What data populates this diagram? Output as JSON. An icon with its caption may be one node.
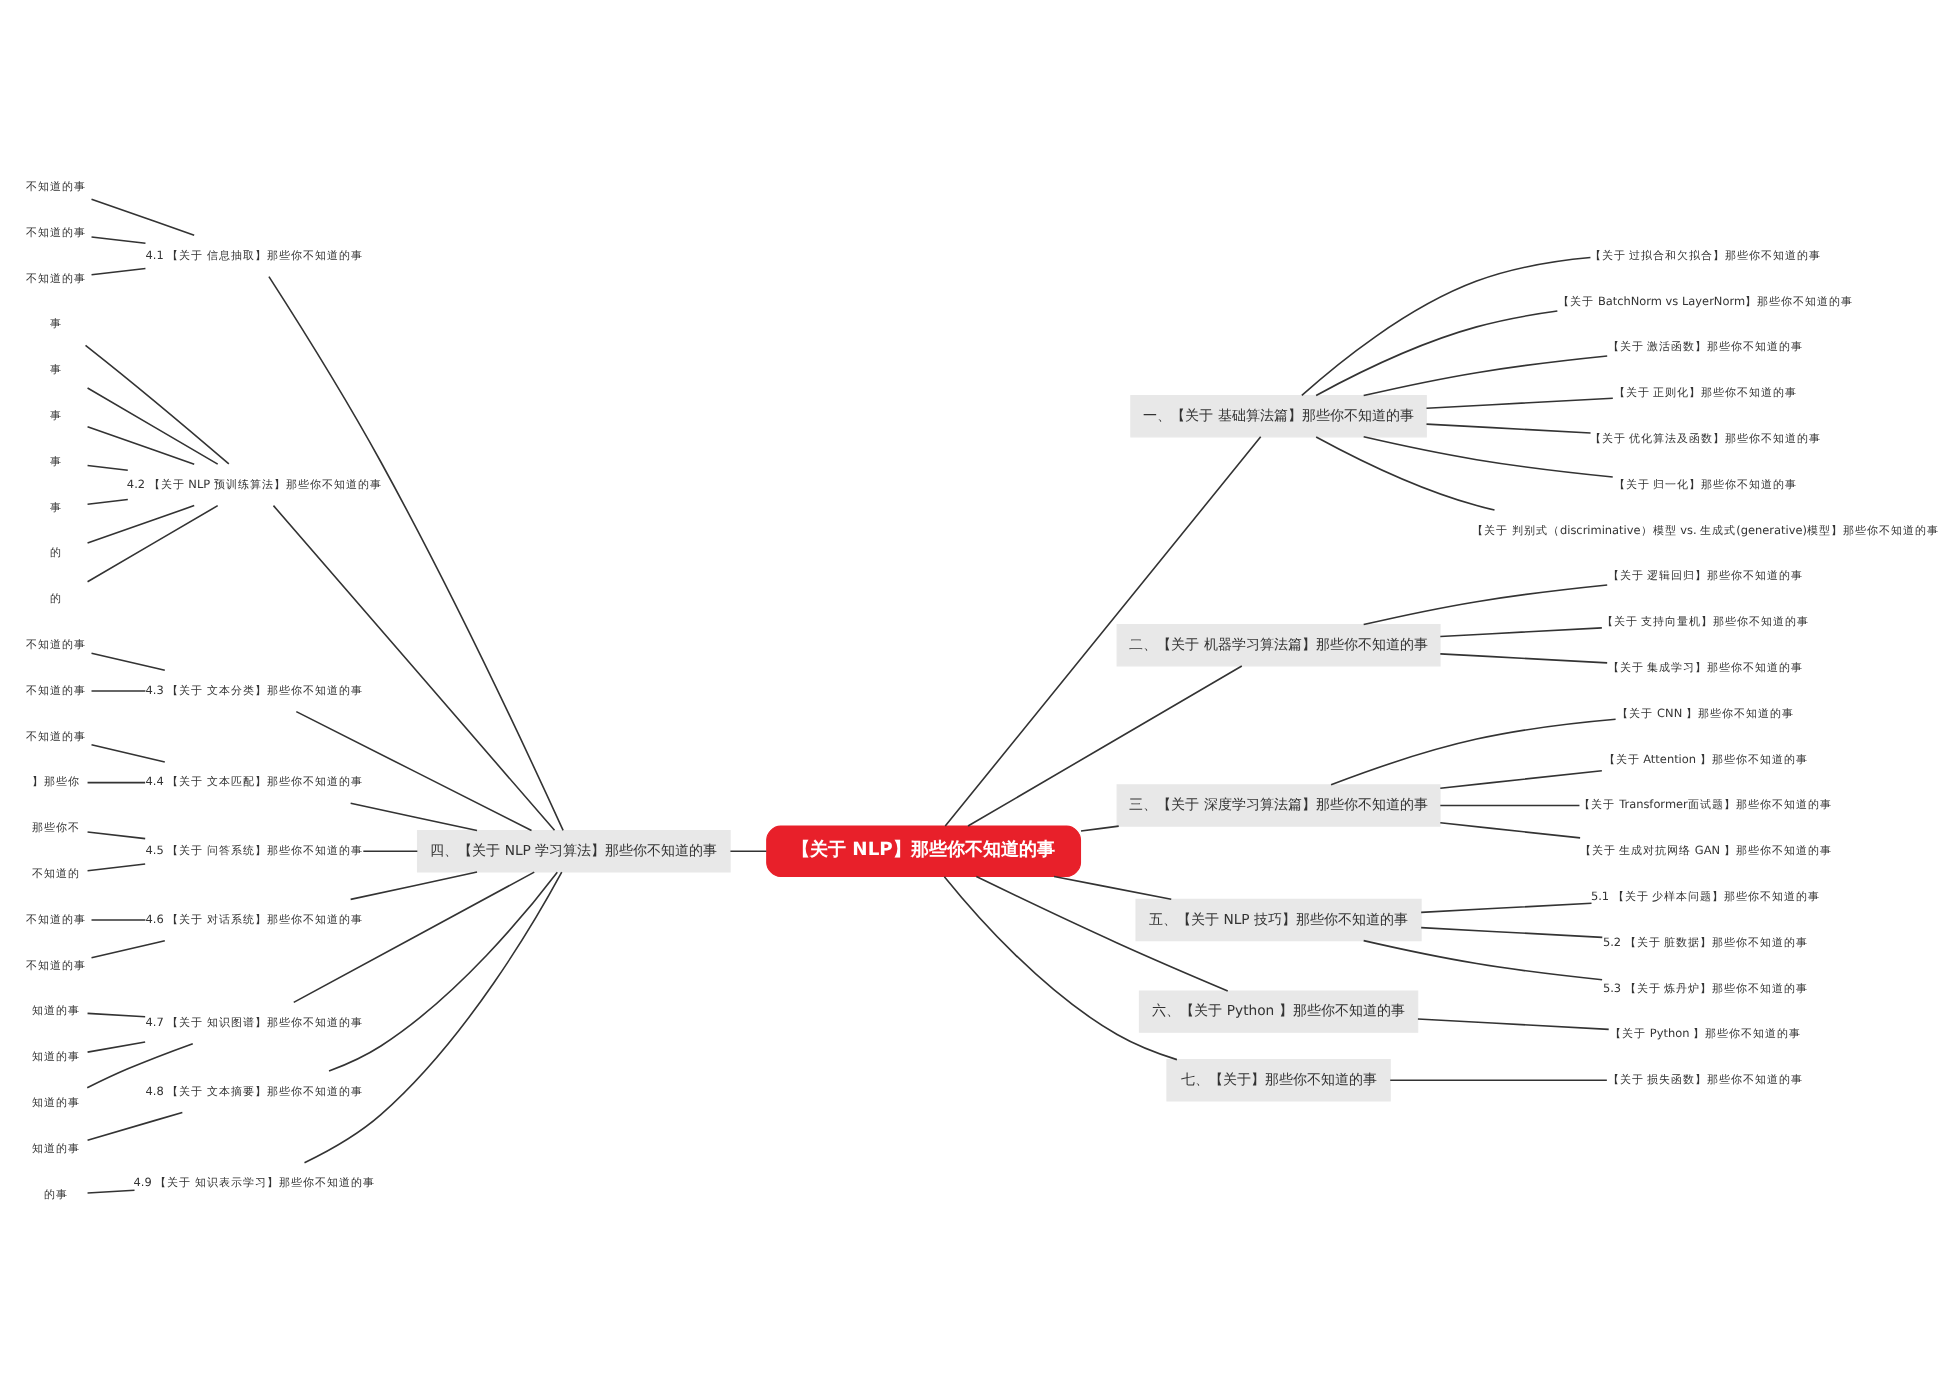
{
  "diagram": {
    "nodes": [
      {
        "text": [
          "【关于 NLP】那些你不知道的事"
        ]
      },
      {
        "text": [
          "一、【关于 基础算法篇】那些你不知道的事"
        ]
      },
      {
        "text": [
          "【关于 过拟合和欠拟合】那些你不知道的事"
        ]
      },
      {
        "text": [
          "【关于 BatchNorm vs LayerNorm】那些你不知道的事"
        ]
      },
      {
        "text": [
          "【关于 激活函数】那些你不知道的事"
        ]
      },
      {
        "text": [
          "【关于 正则化】那些你不知道的事"
        ]
      },
      {
        "text": [
          "【关于 优化算法及函数】那些你不知道的事"
        ]
      },
      {
        "text": [
          "【关于 归一化】那些你不知道的事"
        ]
      },
      {
        "text": [
          "【关于 判别式（discriminative）模型 vs. 生成式(generative)模型】那些你不知道的事"
        ]
      },
      {
        "text": [
          "二、【关于 机器学习算法篇】那些你不知道的事"
        ]
      },
      {
        "text": [
          "【关于 逻辑回归】那些你不知道的事"
        ]
      },
      {
        "text": [
          "【关于 支持向量机】那些你不知道的事"
        ]
      },
      {
        "text": [
          "【关于 集成学习】那些你不知道的事"
        ]
      },
      {
        "text": [
          "三、【关于 深度学习算法篇】那些你不知道的事"
        ]
      },
      {
        "text": [
          "【关于 CNN 】那些你不知道的事"
        ]
      },
      {
        "text": [
          "【关于 Attention 】那些你不知道的事"
        ]
      },
      {
        "text": [
          "【关于 Transformer面试题】那些你不知道的事"
        ]
      },
      {
        "text": [
          "【关于 生成对抗网络 GAN 】那些你不知道的事"
        ]
      },
      {
        "text": [
          "四、【关于 NLP 学习算法】那些你不知道的事"
        ]
      },
      {
        "text": [
          "4.1 【关于 信息抽取】那些你不知道的事"
        ]
      },
      {
        "text": [
          "不知道的事"
        ]
      },
      {
        "text": [
          "不知道的事"
        ]
      },
      {
        "text": [
          "不知道的事"
        ]
      },
      {
        "text": [
          "4.2 【关于 NLP 预训练算法】那些你不知道的事"
        ]
      },
      {
        "text": [
          "事"
        ]
      },
      {
        "text": [
          "事"
        ]
      },
      {
        "text": [
          "事"
        ]
      },
      {
        "text": [
          "事"
        ]
      },
      {
        "text": [
          "事"
        ]
      },
      {
        "text": [
          "的"
        ]
      },
      {
        "text": [
          "的"
        ]
      },
      {
        "text": [
          "4.3 【关于 文本分类】那些你不知道的事"
        ]
      },
      {
        "text": [
          "不知道的事"
        ]
      },
      {
        "text": [
          "不知道的事"
        ]
      },
      {
        "text": [
          "4.4 【关于 文本匹配】那些你不知道的事"
        ]
      },
      {
        "text": [
          "不知道的事"
        ]
      },
      {
        "text": [
          "】那些你"
        ]
      },
      {
        "text": [
          "4.5 【关于 问答系统】那些你不知道的事"
        ]
      },
      {
        "text": [
          "那些你不"
        ]
      },
      {
        "text": [
          "不知道的"
        ]
      },
      {
        "text": [
          "4.6 【关于 对话系统】那些你不知道的事"
        ]
      },
      {
        "text": [
          "不知道的事"
        ]
      },
      {
        "text": [
          "不知道的事"
        ]
      },
      {
        "text": [
          "4.7 【关于 知识图谱】那些你不知道的事"
        ]
      },
      {
        "text": [
          "知道的事"
        ]
      },
      {
        "text": [
          "知道的事"
        ]
      },
      {
        "text": [
          "知道的事"
        ]
      },
      {
        "text": [
          "4.8 【关于 文本摘要】那些你不知道的事"
        ]
      },
      {
        "text": [
          "知道的事"
        ]
      },
      {
        "text": [
          "4.9 【关于 知识表示学习】那些你不知道的事"
        ]
      },
      {
        "text": [
          "的事"
        ]
      },
      {
        "text": [
          "五、【关于 NLP 技巧】那些你不知道的事"
        ]
      },
      {
        "text": [
          "5.1 【关于 少样本问题】那些你不知道的事"
        ]
      },
      {
        "text": [
          "5.2 【关于 脏数据】那些你不知道的事"
        ]
      },
      {
        "text": [
          "5.3 【关于 炼丹炉】那些你不知道的事"
        ]
      },
      {
        "text": [
          "六、【关于 Python 】那些你不知道的事"
        ]
      },
      {
        "text": [
          "【关于 Python 】那些你不知道的事"
        ]
      },
      {
        "text": [
          "七、【关于】那些你不知道的事"
        ]
      },
      {
        "text": [
          "【关于 损失函数】那些你不知道的事"
        ]
      }
    ],
    "edges": [
      {
        "from": 0,
        "to": 1,
        "arrow": "none"
      },
      {
        "from": 1,
        "to": 2,
        "arrow": "none"
      },
      {
        "from": 1,
        "to": 3,
        "arrow": "none"
      },
      {
        "from": 1,
        "to": 4,
        "arrow": "none"
      },
      {
        "from": 1,
        "to": 5,
        "arrow": "none"
      },
      {
        "from": 1,
        "to": 6,
        "arrow": "none"
      },
      {
        "from": 1,
        "to": 7,
        "arrow": "none"
      },
      {
        "from": 1,
        "to": 8,
        "arrow": "none"
      },
      {
        "from": 0,
        "to": 9,
        "arrow": "none"
      },
      {
        "from": 9,
        "to": 10,
        "arrow": "none"
      },
      {
        "from": 9,
        "to": 11,
        "arrow": "none"
      },
      {
        "from": 9,
        "to": 12,
        "arrow": "none"
      },
      {
        "from": 0,
        "to": 13,
        "arrow": "none"
      },
      {
        "from": 13,
        "to": 14,
        "arrow": "none"
      },
      {
        "from": 13,
        "to": 15,
        "arrow": "none"
      },
      {
        "from": 13,
        "to": 16,
        "arrow": "none"
      },
      {
        "from": 13,
        "to": 17,
        "arrow": "none"
      },
      {
        "from": 0,
        "to": 18,
        "arrow": "none"
      },
      {
        "from": 18,
        "to": 19,
        "arrow": "none"
      },
      {
        "from": 19,
        "to": 20,
        "arrow": "none"
      },
      {
        "from": 19,
        "to": 21,
        "arrow": "none"
      },
      {
        "from": 19,
        "to": 22,
        "arrow": "none"
      },
      {
        "from": 18,
        "to": 23,
        "arrow": "none"
      },
      {
        "from": 23,
        "to": 24,
        "arrow": "none"
      },
      {
        "from": 23,
        "to": 25,
        "arrow": "none"
      },
      {
        "from": 23,
        "to": 26,
        "arrow": "none"
      },
      {
        "from": 23,
        "to": 27,
        "arrow": "none"
      },
      {
        "from": 23,
        "to": 28,
        "arrow": "none"
      },
      {
        "from": 23,
        "to": 29,
        "arrow": "none"
      },
      {
        "from": 23,
        "to": 30,
        "arrow": "none"
      },
      {
        "from": 18,
        "to": 31,
        "arrow": "none"
      },
      {
        "from": 31,
        "to": 32,
        "arrow": "none"
      },
      {
        "from": 31,
        "to": 33,
        "arrow": "none"
      },
      {
        "from": 18,
        "to": 34,
        "arrow": "none"
      },
      {
        "from": 34,
        "to": 35,
        "arrow": "none"
      },
      {
        "from": 34,
        "to": 36,
        "arrow": "none"
      },
      {
        "from": 18,
        "to": 37,
        "arrow": "none"
      },
      {
        "from": 37,
        "to": 38,
        "arrow": "none"
      },
      {
        "from": 37,
        "to": 39,
        "arrow": "none"
      },
      {
        "from": 18,
        "to": 40,
        "arrow": "none"
      },
      {
        "from": 40,
        "to": 41,
        "arrow": "none"
      },
      {
        "from": 40,
        "to": 42,
        "arrow": "none"
      },
      {
        "from": 18,
        "to": 43,
        "arrow": "none"
      },
      {
        "from": 43,
        "to": 44,
        "arrow": "none"
      },
      {
        "from": 43,
        "to": 45,
        "arrow": "none"
      },
      {
        "from": 43,
        "to": 46,
        "arrow": "none"
      },
      {
        "from": 18,
        "to": 47,
        "arrow": "none"
      },
      {
        "from": 47,
        "to": 48,
        "arrow": "none"
      },
      {
        "from": 18,
        "to": 49,
        "arrow": "none"
      },
      {
        "from": 49,
        "to": 50,
        "arrow": "none"
      },
      {
        "from": 0,
        "to": 51,
        "arrow": "none"
      },
      {
        "from": 51,
        "to": 52,
        "arrow": "none"
      },
      {
        "from": 51,
        "to": 53,
        "arrow": "none"
      },
      {
        "from": 51,
        "to": 54,
        "arrow": "none"
      },
      {
        "from": 0,
        "to": 55,
        "arrow": "none"
      },
      {
        "from": 55,
        "to": 56,
        "arrow": "none"
      },
      {
        "from": 0,
        "to": 57,
        "arrow": "none"
      },
      {
        "from": 57,
        "to": 58,
        "arrow": "none"
      }
    ]
  }
}
